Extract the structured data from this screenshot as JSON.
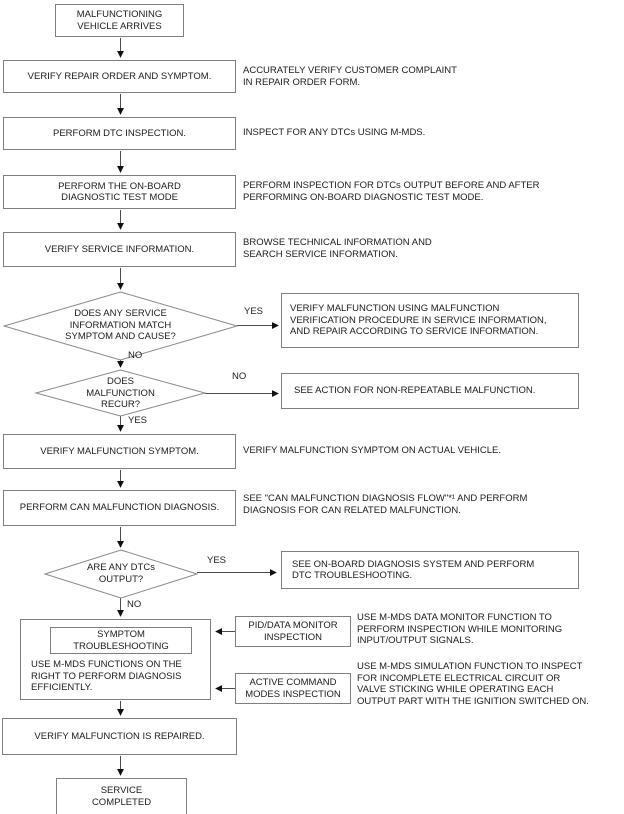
{
  "process": {
    "start": {
      "label": "MALFUNCTIONING\nVEHICLE ARRIVES"
    },
    "verify_order": {
      "label": "VERIFY REPAIR ORDER AND SYMPTOM.",
      "note": "ACCURATELY VERIFY CUSTOMER COMPLAINT\nIN REPAIR ORDER FORM."
    },
    "dtc_inspection": {
      "label": "PERFORM DTC INSPECTION.",
      "note": "INSPECT FOR ANY DTCs USING M-MDS."
    },
    "onboard_test": {
      "label": "PERFORM THE ON-BOARD\nDIAGNOSTIC TEST MODE",
      "note": "PERFORM INSPECTION FOR DTCs OUTPUT BEFORE AND AFTER\nPERFORMING ON-BOARD DIAGNOSTIC TEST MODE."
    },
    "service_info": {
      "label": "VERIFY SERVICE INFORMATION.",
      "note": "BROWSE TECHNICAL INFORMATION AND\nSEARCH SERVICE INFORMATION."
    },
    "service_match": {
      "question": "DOES ANY SERVICE\nINFORMATION MATCH\nSYMPTOM AND CAUSE?",
      "yes_label": "YES",
      "no_label": "NO",
      "yes_action": "VERIFY MALFUNCTION USING MALFUNCTION\nVERIFICATION PROCEDURE IN SERVICE INFORMATION,\nAND REPAIR ACCORDING TO SERVICE INFORMATION."
    },
    "recur": {
      "question": "DOES\nMALFUNCTION\nRECUR?",
      "yes_label": "YES",
      "no_label": "NO",
      "no_action": "SEE ACTION FOR NON-REPEATABLE MALFUNCTION."
    },
    "verify_symptom": {
      "label": "VERIFY MALFUNCTION SYMPTOM.",
      "note": "VERIFY MALFUNCTION SYMPTOM ON ACTUAL VEHICLE."
    },
    "can_diagnosis": {
      "label": "PERFORM CAN MALFUNCTION DIAGNOSIS.",
      "note": "SEE \"CAN MALFUNCTION DIAGNOSIS FLOW\"*¹ AND PERFORM\nDIAGNOSIS FOR CAN RELATED MALFUNCTION."
    },
    "dtc_output": {
      "question": "ARE ANY DTCs\nOUTPUT?",
      "yes_label": "YES",
      "no_label": "NO",
      "yes_action": "SEE ON-BOARD DIAGNOSIS SYSTEM AND PERFORM\nDTC TROUBLESHOOTING."
    },
    "symptom_troubleshooting": {
      "title": "SYMPTOM\nTROUBLESHOOTING",
      "body": "USE M-MDS FUNCTIONS ON THE\nRIGHT TO PERFORM DIAGNOSIS\nEFFICIENTLY."
    },
    "pid_monitor": {
      "label": "PID/DATA MONITOR\nINSPECTION",
      "note": "USE M-MDS DATA MONITOR FUNCTION TO\nPERFORM INSPECTION WHILE MONITORING\nINPUT/OUTPUT SIGNALS."
    },
    "active_command": {
      "label": "ACTIVE COMMAND\nMODES INSPECTION",
      "note": "USE M-MDS SIMULATION FUNCTION TO INSPECT\nFOR INCOMPLETE ELECTRICAL CIRCUIT OR\nVALVE STICKING WHILE OPERATING EACH\nOUTPUT PART WITH THE IGNITION SWITCHED ON."
    },
    "verify_repaired": {
      "label": "VERIFY MALFUNCTION IS REPAIRED."
    },
    "service_completed": {
      "label": "SERVICE\nCOMPLETED"
    }
  },
  "colors": {
    "line": "#4c4c4c",
    "border": "#7f7f7f",
    "arrowhead": "#111111",
    "text": "#1c1c1c"
  }
}
